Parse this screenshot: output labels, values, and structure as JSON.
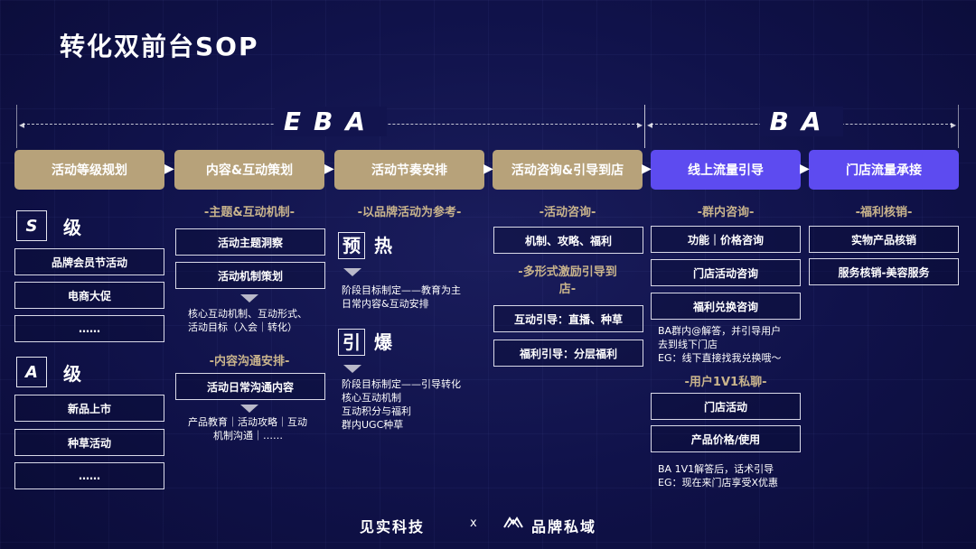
{
  "title": "转化双前台SOP",
  "spans": {
    "eba": "EBA",
    "ba": "BA"
  },
  "headers": [
    "活动等级规划",
    "内容&互动策划",
    "活动节奏安排",
    "活动咨询&引导到店",
    "线上流量引导",
    "门店流量承接"
  ],
  "header_arrow": "▶",
  "col1": {
    "s_badge": "S",
    "s_label": "级",
    "s_items": [
      "品牌会员节活动",
      "电商大促",
      "……"
    ],
    "a_badge": "A",
    "a_label": "级",
    "a_items": [
      "新品上市",
      "种草活动",
      "……"
    ]
  },
  "col2": {
    "sub1": "-主题&互动机制-",
    "boxes1": [
      "活动主题洞察",
      "活动机制策划"
    ],
    "note1": [
      "核心互动机制、互动形式、",
      "活动目标（入会｜转化）"
    ],
    "sub2": "-内容沟通安排-",
    "boxes2": [
      "活动日常沟通内容"
    ],
    "note2": [
      "产品教育｜活动攻略｜互动",
      "机制沟通｜……"
    ]
  },
  "col3": {
    "sub1": "-以品牌活动为参考-",
    "phase1": [
      "预",
      "热"
    ],
    "note1": [
      "阶段目标制定——教育为主",
      "日常内容&互动安排"
    ],
    "phase2": [
      "引",
      "爆"
    ],
    "note2": [
      "阶段目标制定——引导转化",
      "核心互动机制",
      "互动积分与福利",
      "群内UGC种草"
    ]
  },
  "col4": {
    "sub1": "-活动咨询-",
    "boxes1": [
      "机制、攻略、福利"
    ],
    "sub2a": "-多形式激励引导到",
    "sub2b": "店-",
    "boxes2": [
      "互动引导：直播、种草",
      "福利引导：分层福利"
    ]
  },
  "col5": {
    "sub1": "-群内咨询-",
    "boxes1": [
      "功能｜价格咨询",
      "门店活动咨询",
      "福利兑换咨询"
    ],
    "note1": [
      "BA群内@解答，并引导用户",
      "去到线下门店",
      "EG：线下直接找我兑换哦～"
    ],
    "sub2": "-用户1V1私聊-",
    "boxes2": [
      "门店活动",
      "产品价格/使用"
    ],
    "note2": [
      "BA 1V1解答后，话术引导",
      "EG：现在来门店享受X优惠"
    ]
  },
  "col6": {
    "sub1": "-福利核销-",
    "boxes1": [
      "实物产品核销",
      "服务核销-美容服务"
    ]
  },
  "footer": {
    "brand1": "见实科技",
    "sep": "x",
    "brand2": "品牌私域"
  },
  "colors": {
    "gold": "#b7a27a",
    "purple": "#5d4bf0",
    "subtitle": "#c9b48c",
    "background": "#12144e"
  }
}
